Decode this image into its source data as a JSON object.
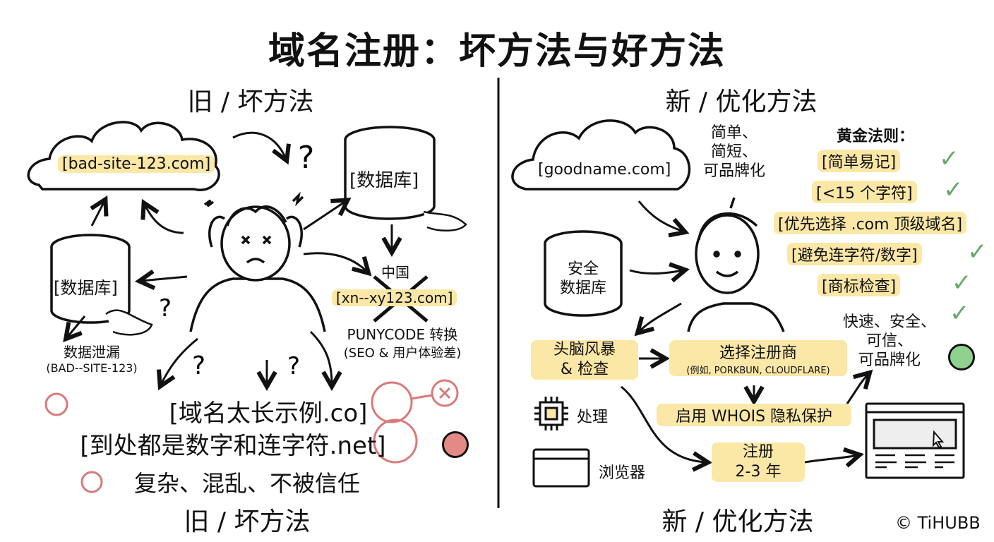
{
  "title": "域名注册：坏方法与好方法",
  "colors": {
    "highlight": "#fbe7a6",
    "check_green": "#6aa86a",
    "bad_red": "#d97a7a",
    "good_face": "#8fd18f",
    "bad_face": "#e48a84"
  },
  "left": {
    "heading": "旧 / 坏方法",
    "footer": "旧 / 坏方法",
    "cloud_domain": "[bad-site-123.com]",
    "database_top": "[数据库]",
    "database_left": "[数据库]",
    "leak_label": "数据泄漏",
    "leak_sub": "(BAD--SITE-123)",
    "punycode_chars": "中国",
    "punycode_domain": "[xn--xy123.com]",
    "punycode_label": "PUNYCODE 转换",
    "punycode_sub": "(SEO & 用户体验差)",
    "bad_examples": [
      "[域名太长示例.co]",
      "[到处都是数字和连字符.net]"
    ],
    "summary": "复杂、混乱、不被信任",
    "icons": [
      "cloud-icon",
      "database-icon",
      "stressed-person-icon",
      "question-mark-icon",
      "cross-icon",
      "sad-face-icon"
    ]
  },
  "right": {
    "heading": "新 / 优化方法",
    "footer": "新 / 优化方法",
    "cloud_domain": "[goodname.com]",
    "speech": [
      "简单、",
      "简短、",
      "可品牌化"
    ],
    "database": [
      "安全",
      "数据库"
    ],
    "golden_rules_title": "黄金法则：",
    "golden_rules": [
      {
        "label": "[简单易记]",
        "checked": true
      },
      {
        "label": "[<15 个字符]",
        "checked": true
      },
      {
        "label": "[优先选择 .com 顶级域名]",
        "checked": false
      },
      {
        "label": "[避免连字符/数字]",
        "checked": true
      },
      {
        "label": "[商标检查]",
        "checked": true
      }
    ],
    "result": [
      "快速、安全、",
      "可信、",
      "可品牌化"
    ],
    "flow": {
      "brainstorm": [
        "头脑风暴",
        "& 检查"
      ],
      "registrar": "选择注册商",
      "registrar_sub": "(例如, PORKBUN, CLOUDFLARE)",
      "whois": "启用 WHOIS 隐私保护",
      "register": [
        "注册",
        "2-3 年"
      ]
    },
    "legend": {
      "process": "处理",
      "browser": "浏览器"
    },
    "icons": [
      "cloud-icon",
      "database-icon",
      "happy-person-icon",
      "checkmark-icon",
      "smiley-icon",
      "chip-icon",
      "browser-icon",
      "website-icon",
      "cursor-icon"
    ]
  },
  "copyright": "© TiHUBB"
}
